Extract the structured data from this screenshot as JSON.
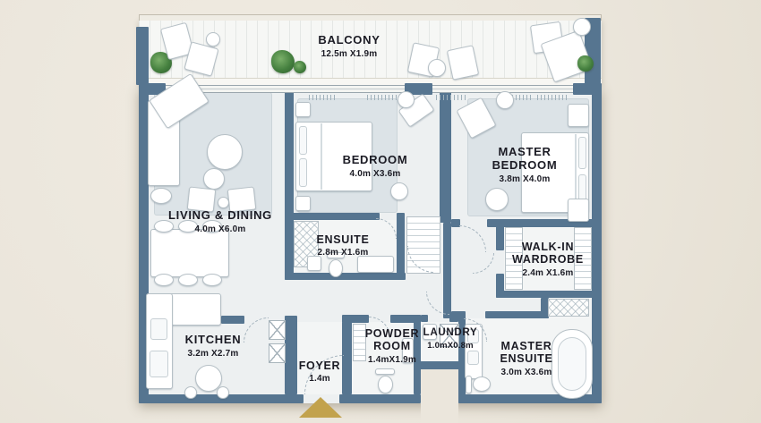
{
  "title": "Apartment floor plan",
  "colors": {
    "background": "#ebe6dc",
    "wall": "#567590",
    "floor": "#edf0f1",
    "rug": "#dce3e7",
    "balcony_floor": "#f6f7f5",
    "bath_floor": "#f3f5f5",
    "furniture_outline": "#b6c0c6",
    "plant_green": "#45803f",
    "entrance_marker_gold": "#c2a24d",
    "text": "#1b1b24"
  },
  "rooms": {
    "balcony": {
      "name": "BALCONY",
      "dims": "12.5m X1.9m"
    },
    "living_dining": {
      "name": "LIVING & DINING",
      "dims": "4.0m X6.0m"
    },
    "bedroom": {
      "name": "BEDROOM",
      "dims": "4.0m X3.6m"
    },
    "master_bedroom": {
      "name": "MASTER BEDROOM",
      "dims": "3.8m X4.0m"
    },
    "ensuite": {
      "name": "ENSUITE",
      "dims": "2.8m X1.6m"
    },
    "walk_in_wardrobe": {
      "name": "WALK-IN WARDROBE",
      "dims": "2.4m X1.6m"
    },
    "kitchen": {
      "name": "KITCHEN",
      "dims": "3.2m X2.7m"
    },
    "foyer": {
      "name": "FOYER",
      "dims": "1.4m"
    },
    "powder_room": {
      "name": "POWDER ROOM",
      "dims": "1.4mX1.9m"
    },
    "laundry": {
      "name": "LAUNDRY",
      "dims": "1.0mX0.8m"
    },
    "master_ensuite": {
      "name": "MASTER ENSUITE",
      "dims": "3.0m X3.6m"
    }
  },
  "entrance": {
    "marker": "gold triangle pointing up at main entry below foyer"
  }
}
